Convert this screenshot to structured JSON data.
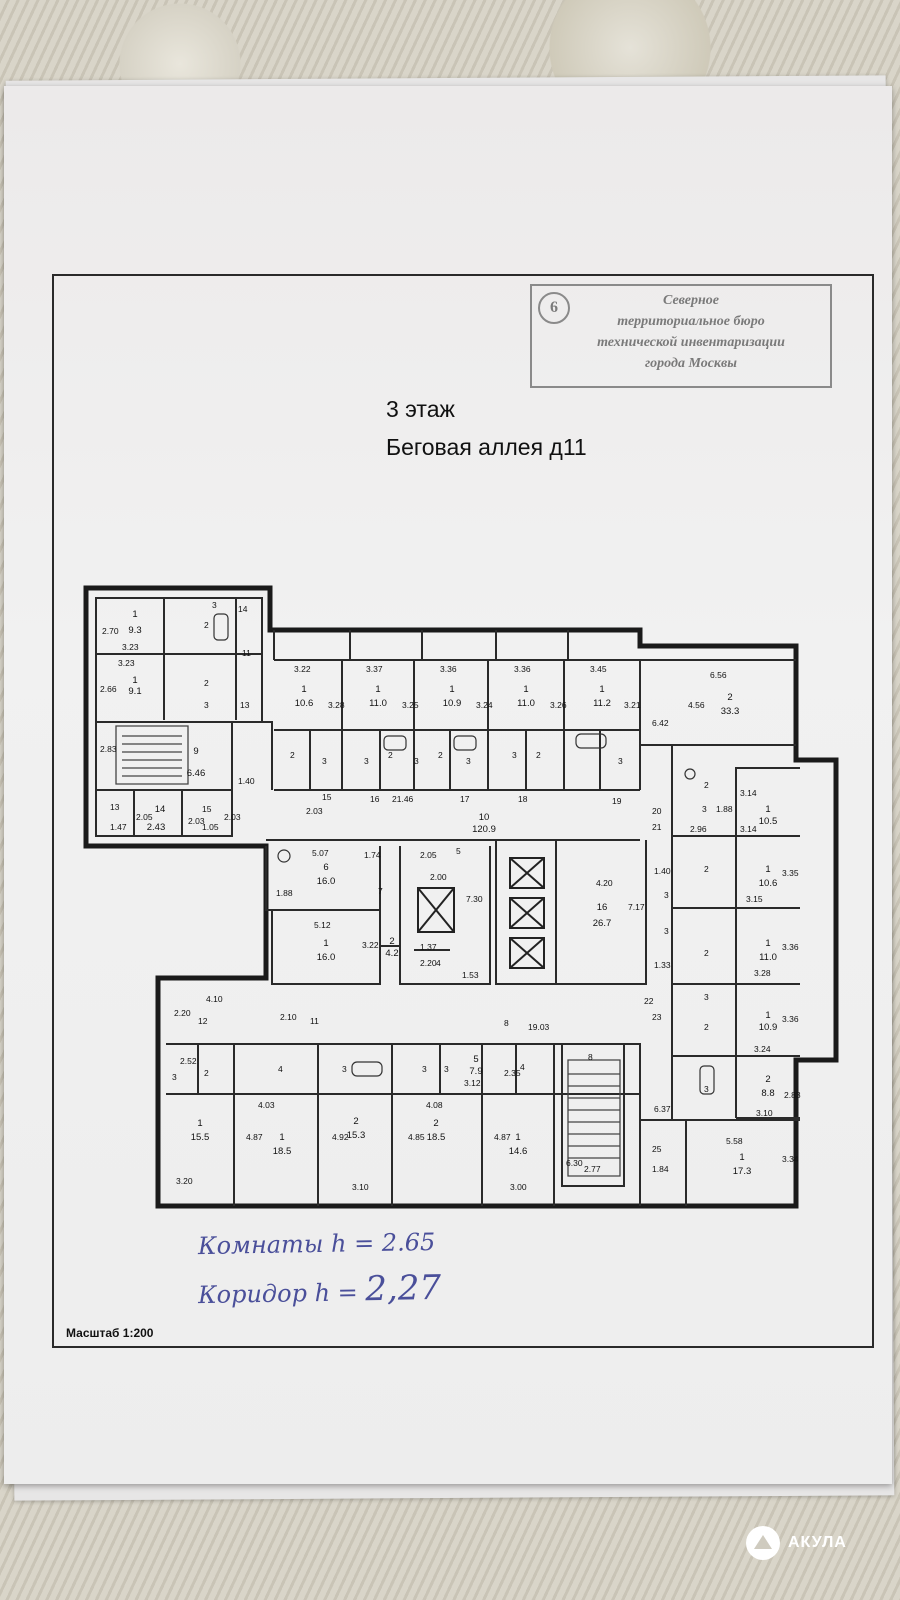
{
  "stamp": {
    "number": "6",
    "lines": [
      "Северное",
      "территориальное бюро",
      "технической инвентаризации",
      "города Москвы"
    ]
  },
  "title": {
    "floor": "3 этаж",
    "address": "Беговая аллея д11"
  },
  "scale_label": "Масштаб 1:200",
  "handwritten": {
    "rooms": "Комнаты h = 2.65",
    "corridor_prefix": "Коридор h = ",
    "corridor_value": "2,27"
  },
  "watermark": "АКУЛА",
  "rooms": [
    {
      "id": "r1",
      "name": "1",
      "area": "9.3"
    },
    {
      "id": "r2",
      "name": "1",
      "area": "9.1"
    },
    {
      "id": "r9",
      "name": "9",
      "area": "6.46"
    },
    {
      "id": "r14",
      "name": "14",
      "area": "2.43"
    },
    {
      "id": "a1",
      "name": "1",
      "area": "10.6"
    },
    {
      "id": "a2",
      "name": "1",
      "area": "11.0"
    },
    {
      "id": "a3",
      "name": "1",
      "area": "10.9"
    },
    {
      "id": "a4",
      "name": "1",
      "area": "11.0"
    },
    {
      "id": "a5",
      "name": "1",
      "area": "11.2"
    },
    {
      "id": "a6",
      "name": "2",
      "area": "33.3"
    },
    {
      "id": "corr",
      "name": "10",
      "area": "120.9"
    },
    {
      "id": "m6",
      "name": "6",
      "area": "16.0"
    },
    {
      "id": "m1",
      "name": "1",
      "area": "16.0"
    },
    {
      "id": "m2",
      "name": "2",
      "area": "4.2"
    },
    {
      "id": "m16",
      "name": "16",
      "area": "26.7"
    },
    {
      "id": "e1",
      "name": "1",
      "area": "10.5"
    },
    {
      "id": "e2",
      "name": "1",
      "area": "10.6"
    },
    {
      "id": "e3",
      "name": "1",
      "area": "11.0"
    },
    {
      "id": "e4",
      "name": "1",
      "area": "10.9"
    },
    {
      "id": "e5",
      "name": "2",
      "area": "8.8"
    },
    {
      "id": "e6",
      "name": "1",
      "area": "17.3"
    },
    {
      "id": "b1",
      "name": "1",
      "area": "15.5"
    },
    {
      "id": "b2",
      "name": "1",
      "area": "18.5"
    },
    {
      "id": "b3",
      "name": "2",
      "area": "15.3"
    },
    {
      "id": "b4",
      "name": "2",
      "area": "18.5"
    },
    {
      "id": "b5",
      "name": "1",
      "area": "14.6"
    },
    {
      "id": "b6",
      "name": "5",
      "area": "7.9"
    }
  ],
  "labels": {
    "d_2_70": "2.70",
    "d_3_23": "3.23",
    "d_3_23b": "3.23",
    "d_2_66": "2.66",
    "d_2_83": "2.83",
    "n_3a": "3",
    "n_14a": "14",
    "n_11a": "11",
    "n_3b": "3",
    "n_13a": "13",
    "n_2a": "2",
    "n_2b": "2",
    "d_1_40": "1.40",
    "n_13b": "13",
    "d_2_05": "2.05",
    "d_1_47": "1.47",
    "n_15a": "15",
    "d_2_03": "2.03",
    "d_1_05": "1.05",
    "d_2_03b": "2.03",
    "d_3_22": "3.22",
    "d_3_37": "3.37",
    "d_3_36": "3.36",
    "d_3_36b": "3.36",
    "d_3_45": "3.45",
    "d_6_56": "6.56",
    "d_3_28": "3.28",
    "d_3_25": "3.25",
    "d_3_24": "3.24",
    "d_3_26": "3.26",
    "d_3_21": "3.21",
    "d_6_42": "6.42",
    "d_4_56": "4.56",
    "n_2c": "2",
    "n_3c": "3",
    "n_3d": "3",
    "n_2d": "2",
    "n_3e": "3",
    "n_2e": "2",
    "n_3f": "3",
    "n_3g": "3",
    "n_2f": "2",
    "n_3h": "3",
    "d_2_03c": "2.03",
    "n_15b": "15",
    "n_16": "16",
    "d_21_46": "21.46",
    "n_17": "17",
    "n_18": "18",
    "n_19": "19",
    "n_20": "20",
    "n_21": "21",
    "d_5_07": "5.07",
    "d_1_74": "1.74",
    "d_2_05b": "2.05",
    "n_5": "5",
    "d_2_00": "2.00",
    "d_1_88": "1.88",
    "d_7_30": "7.30",
    "d_5_12": "5.12",
    "d_3_22b": "3.22",
    "n_7": "7",
    "d_1_37": "1.37",
    "d_2_20": "2.20",
    "n_4a": "4",
    "d_1_53": "1.53",
    "d_4_20": "4.20",
    "d_7_17": "7.17",
    "d_1_40b": "1.40",
    "n_3i": "3",
    "n_3j": "3",
    "d_1_33": "1.33",
    "n_2g": "2",
    "d_3_14": "3.14",
    "n_3k": "3",
    "d_1_88b": "1.88",
    "d_2_96": "2.96",
    "d_3_14b": "3.14",
    "n_2h": "2",
    "d_3_35": "3.35",
    "d_3_15": "3.15",
    "n_2i": "2",
    "d_3_36c": "3.36",
    "d_3_28b": "3.28",
    "n_22": "22",
    "n_23": "23",
    "n_3l": "3",
    "n_2j": "2",
    "d_3_36d": "3.36",
    "d_3_24b": "3.24",
    "n_3m": "3",
    "d_2_83b": "2.83",
    "d_3_10": "3.10",
    "d_5_58": "5.58",
    "d_3_34": "3.34",
    "n_25": "25",
    "d_6_37": "6.37",
    "d_1_84": "1.84",
    "d_2_20b": "2.20",
    "d_4_10": "4.10",
    "n_12a": "12",
    "d_2_10": "2.10",
    "n_11b": "11",
    "n_8a": "8",
    "d_19_03": "19.03",
    "n_8b": "8",
    "d_2_52": "2.52",
    "n_3n": "3",
    "n_2k": "2",
    "n_4b": "4",
    "n_3o": "3",
    "n_3p": "3",
    "n_3q": "3",
    "d_3_12": "3.12",
    "d_2_35": "2.35",
    "n_4c": "4",
    "d_4_03": "4.03",
    "d_4_87": "4.87",
    "d_4_92": "4.92",
    "d_4_85": "4.85",
    "d_4_08": "4.08",
    "d_4_87b": "4.87",
    "d_3_20": "3.20",
    "d_3_10b": "3.10",
    "d_3_00": "3.00",
    "d_6_30": "6.30",
    "d_2_77": "2.77"
  }
}
